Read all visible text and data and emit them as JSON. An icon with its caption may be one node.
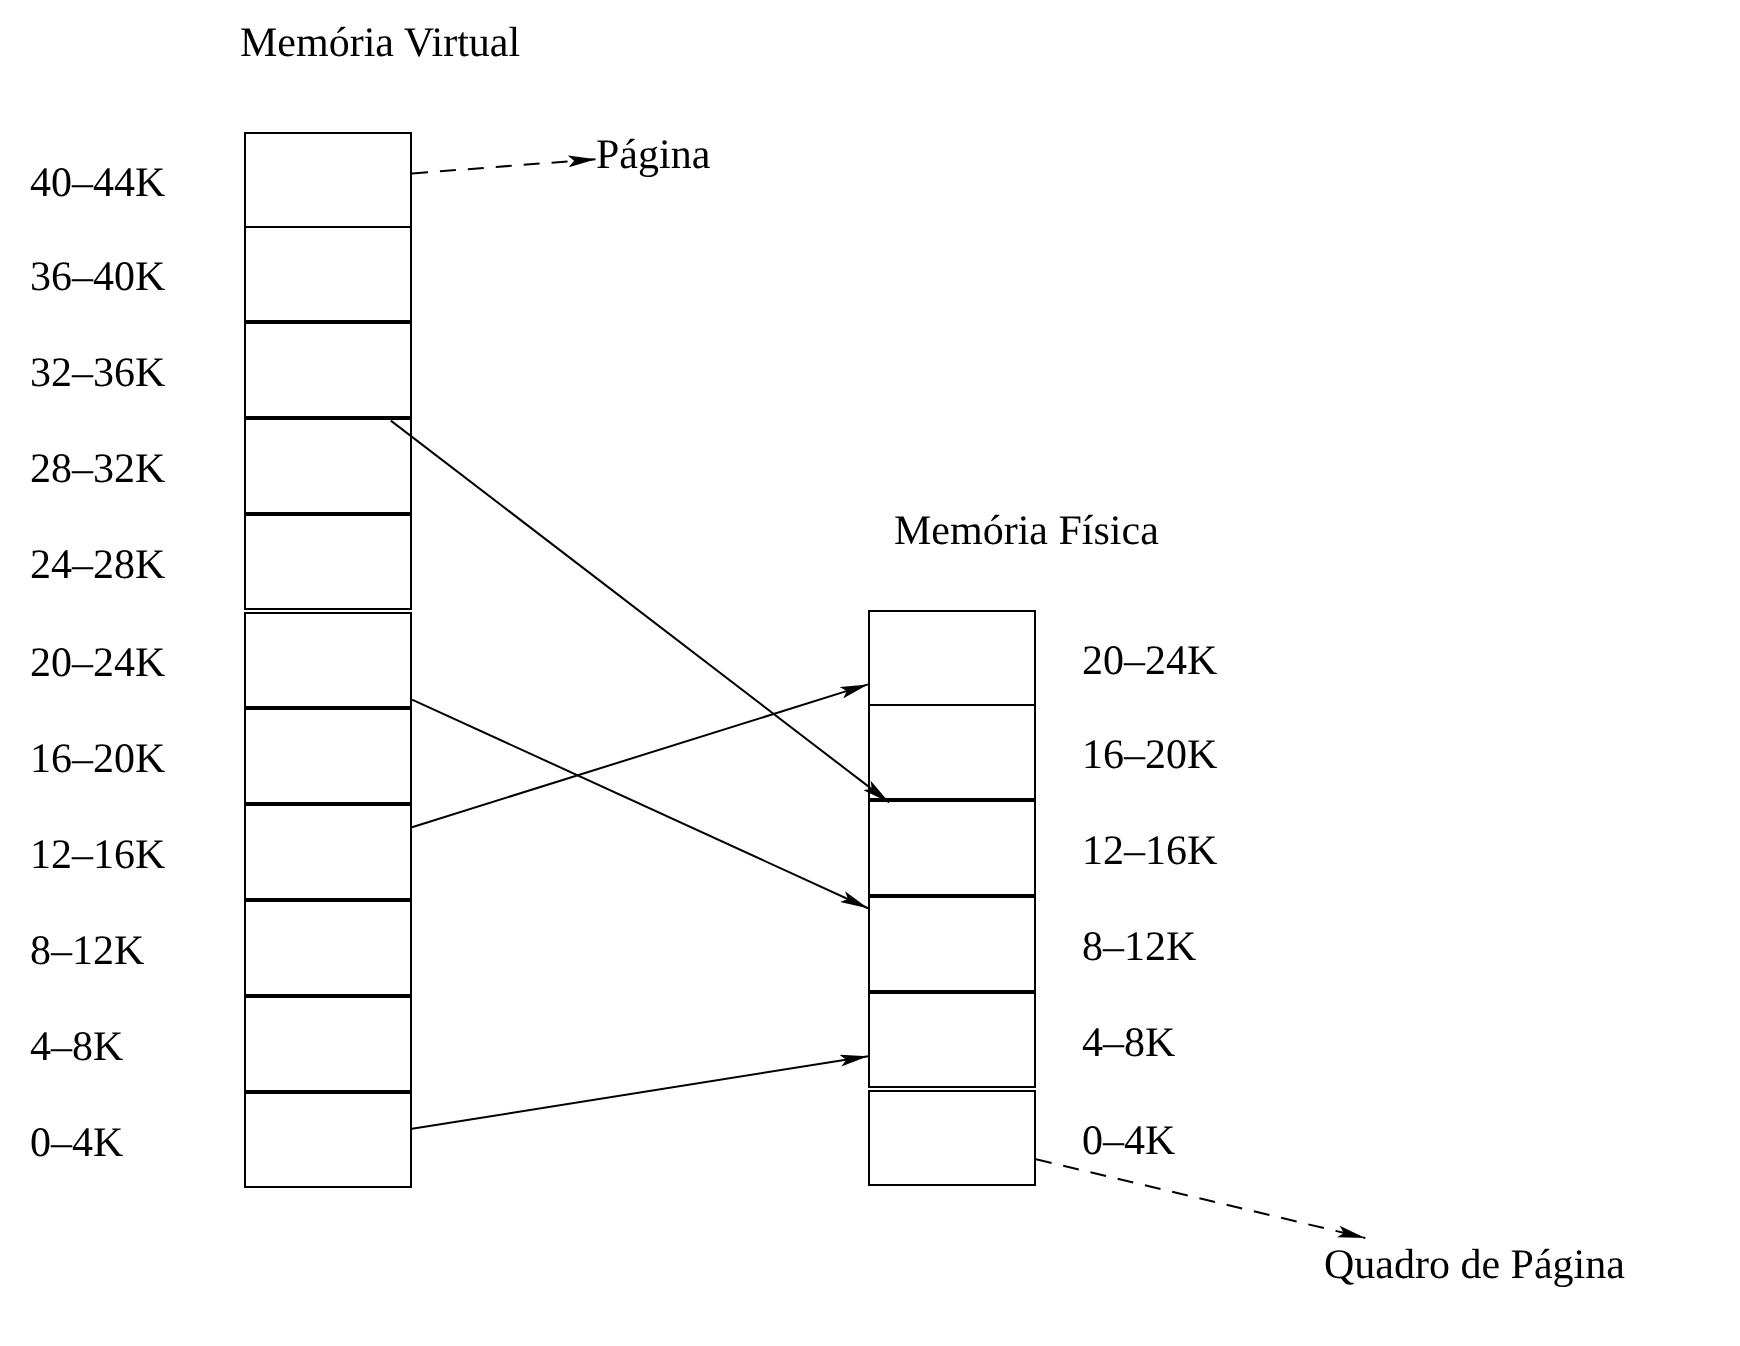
{
  "diagram": {
    "nodes": [
      {
        "text": [
          "Memória Virtual"
        ]
      },
      {
        "text": [],
        "shape": "box",
        "in": 0,
        "beside": [
          "40–44K"
        ]
      },
      {
        "text": [],
        "shape": "box",
        "in": 0,
        "beside": [
          "36–40K"
        ]
      },
      {
        "text": [],
        "shape": "box",
        "in": 0,
        "beside": [
          "32–36K"
        ]
      },
      {
        "text": [],
        "shape": "box",
        "in": 0,
        "beside": [
          "28–32K"
        ]
      },
      {
        "text": [],
        "shape": "box",
        "in": 0,
        "beside": [
          "24–28K"
        ]
      },
      {
        "text": [],
        "shape": "box",
        "in": 0,
        "beside": [
          "20–24K"
        ]
      },
      {
        "text": [],
        "shape": "box",
        "in": 0,
        "beside": [
          "16–20K"
        ]
      },
      {
        "text": [],
        "shape": "box",
        "in": 0,
        "beside": [
          "12–16K"
        ]
      },
      {
        "text": [],
        "shape": "box",
        "in": 0,
        "beside": [
          "8–12K"
        ]
      },
      {
        "text": [],
        "shape": "box",
        "in": 0,
        "beside": [
          "4–8K"
        ]
      },
      {
        "text": [],
        "shape": "box",
        "in": 0,
        "beside": [
          "0–4K"
        ]
      },
      {
        "text": [
          "Memória Física"
        ]
      },
      {
        "text": [],
        "shape": "box",
        "in": 12,
        "beside": [
          "20–24K"
        ]
      },
      {
        "text": [],
        "shape": "box",
        "in": 12,
        "beside": [
          "16–20K"
        ]
      },
      {
        "text": [],
        "shape": "box",
        "in": 12,
        "beside": [
          "12–16K"
        ]
      },
      {
        "text": [],
        "shape": "box",
        "in": 12,
        "beside": [
          "8–12K"
        ]
      },
      {
        "text": [],
        "shape": "box",
        "in": 12,
        "beside": [
          "4–8K"
        ]
      },
      {
        "text": [],
        "shape": "box",
        "in": 12,
        "beside": [
          "0–4K"
        ]
      },
      {
        "text": [
          "Página"
        ]
      },
      {
        "text": [
          "Quadro de Página"
        ]
      }
    ],
    "edges": [
      {
        "from": 1,
        "to": 19,
        "arrow": "to",
        "style": "dashed"
      },
      {
        "from": 3,
        "to": 15,
        "arrow": "to"
      },
      {
        "from": 6,
        "to": 16,
        "arrow": "to"
      },
      {
        "from": 8,
        "to": 13,
        "arrow": "to"
      },
      {
        "from": 11,
        "to": 17,
        "arrow": "to"
      },
      {
        "from": 18,
        "to": 20,
        "arrow": "to",
        "style": "dashed"
      }
    ]
  }
}
